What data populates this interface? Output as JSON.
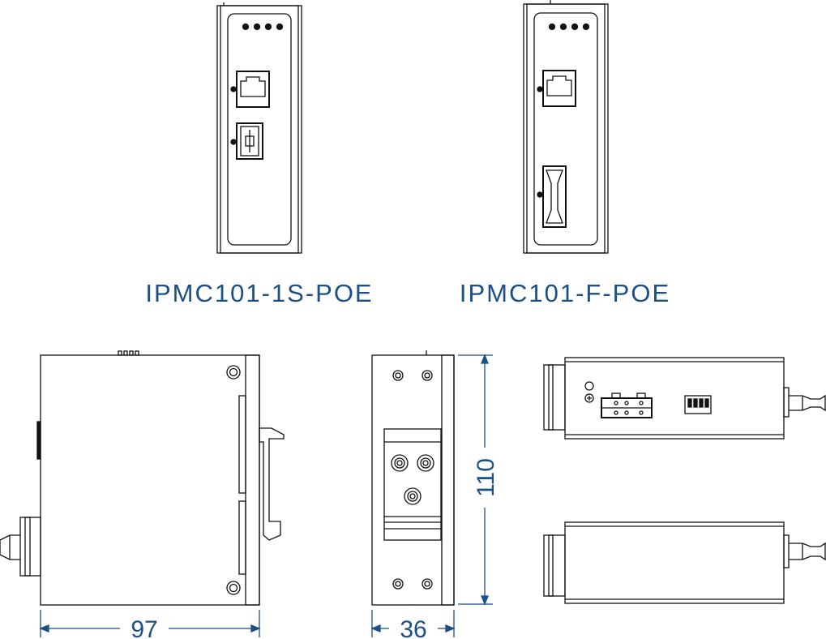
{
  "models": {
    "left": "IPMC101-1S-POE",
    "right": "IPMC101-F-POE"
  },
  "dimensions": {
    "depth": "97",
    "width": "36",
    "height": "110"
  },
  "colors": {
    "line": "#111111",
    "accent": "#1c4f86"
  }
}
